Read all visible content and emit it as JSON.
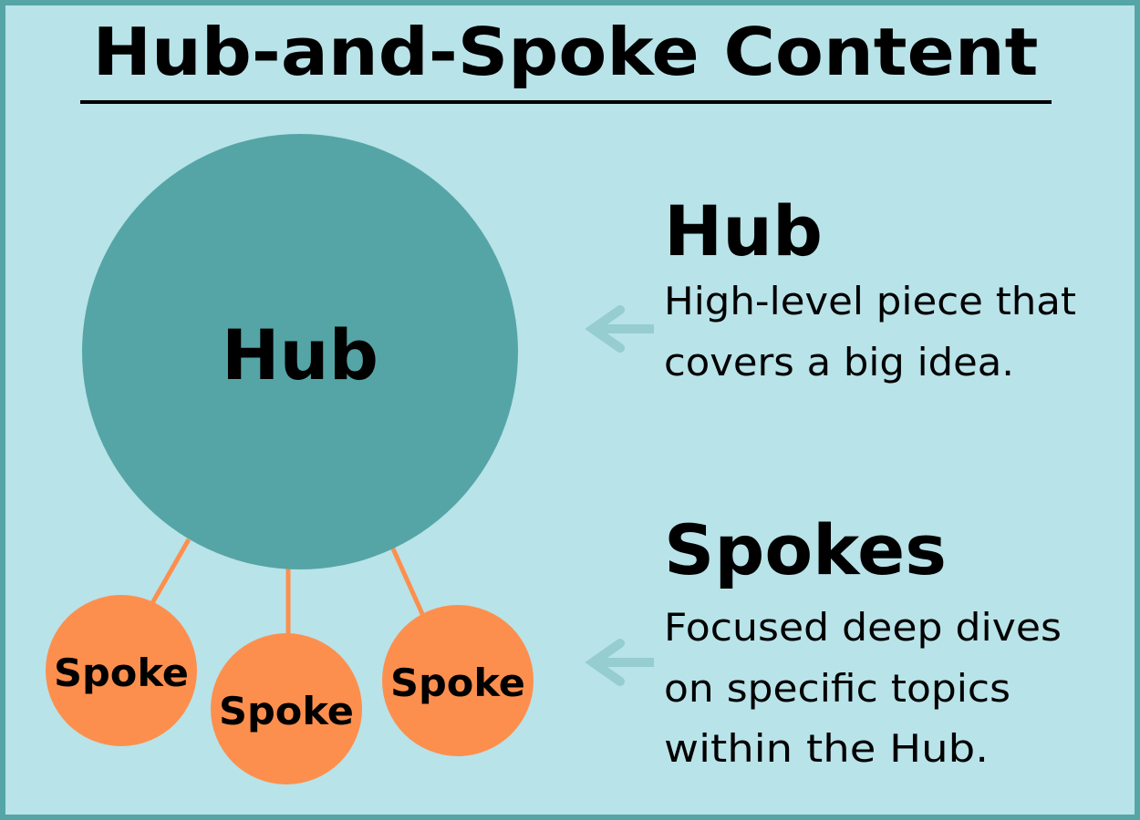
{
  "title": "Hub-and-Spoke Content",
  "diagram": {
    "hub_label": "Hub",
    "spoke_labels": [
      "Spoke",
      "Spoke",
      "Spoke"
    ]
  },
  "legend": {
    "hub": {
      "heading": "Hub",
      "lines": [
        "High-level piece that",
        "covers a big idea."
      ]
    },
    "spokes": {
      "heading": "Spokes",
      "lines": [
        "Focused deep dives",
        "on specific topics",
        "within the Hub."
      ]
    }
  },
  "colors": {
    "background": "#b8e3e9",
    "border": "#55a5a6",
    "hub": "#55a5a6",
    "spoke": "#fd8f4e",
    "arrow": "#95cdd0"
  }
}
